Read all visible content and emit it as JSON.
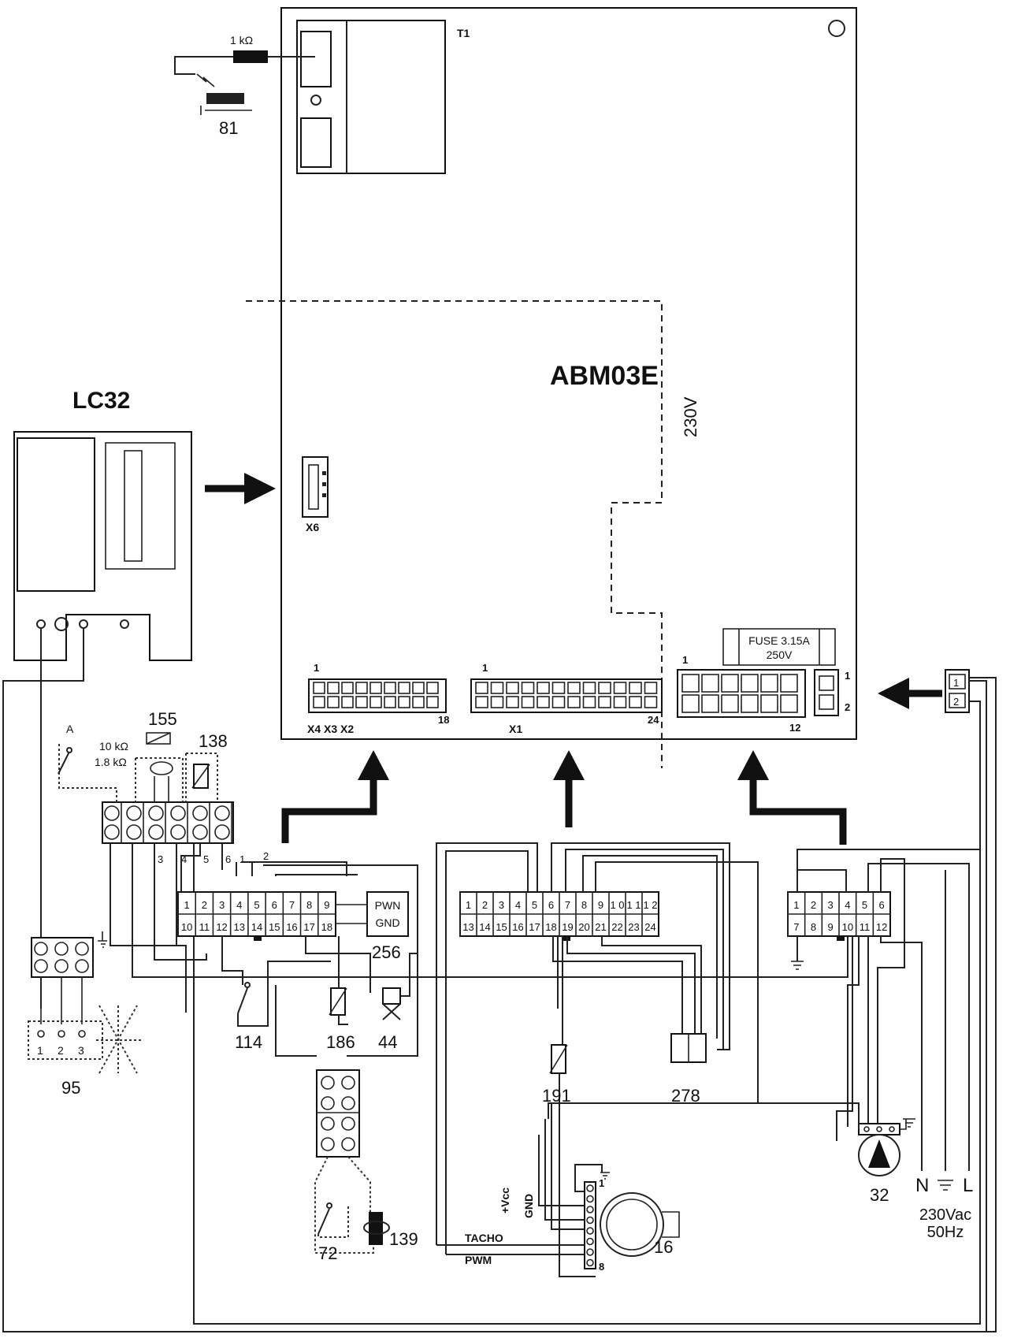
{
  "board": {
    "title": "ABM03E",
    "voltage": "230V",
    "t1": "T1",
    "x6": "X6",
    "x4x3x2": "X4 X3 X2",
    "x1": "X1",
    "pin1_left": "1",
    "pin18": "18",
    "pin1_mid": "1",
    "pin24": "24",
    "pin1_right": "1",
    "pin12": "12",
    "pin1_small": "1",
    "pin2_small": "2",
    "fuse_line1": "FUSE 3.15A",
    "fuse_line2": "250V"
  },
  "lc32": {
    "title": "LC32"
  },
  "resistor": {
    "value": "1 kΩ"
  },
  "components": {
    "c81": "81",
    "c155": "155",
    "c138": "138",
    "r10k": "10 kΩ",
    "r18k": "1.8 kΩ",
    "switchA": "A",
    "c95": "95",
    "c114": "114",
    "c186": "186",
    "c44": "44",
    "c256": "256",
    "pwn": "PWN",
    "gnd": "GND",
    "c72": "72",
    "c139": "139",
    "c191": "191",
    "c278": "278",
    "c16": "16",
    "c32": "32",
    "tacho": "TACHO",
    "pwm": "PWM",
    "vcc": "+Vcc",
    "gnd2": "GND",
    "fan1": "1",
    "fan8": "8",
    "supply_n": "N",
    "supply_l": "L",
    "supply_v": "230Vac",
    "supply_hz": "50Hz"
  },
  "terminal_labels": {
    "t3": "3",
    "t4": "4",
    "t5": "5",
    "t6": "6",
    "t1": "1",
    "t2": "2"
  },
  "conn95_pins": [
    "1",
    "2",
    "3"
  ],
  "connA": {
    "top": [
      "1",
      "2",
      "3",
      "4",
      "5",
      "6",
      "7",
      "8",
      "9"
    ],
    "bottom": [
      "10",
      "11",
      "12",
      "13",
      "14",
      "15",
      "16",
      "17",
      "18"
    ]
  },
  "connB": {
    "top": [
      "1",
      "2",
      "3",
      "4",
      "5",
      "6",
      "7",
      "8",
      "9",
      "1 0",
      "1 1",
      "1 2"
    ],
    "bottom": [
      "13",
      "14",
      "15",
      "16",
      "17",
      "18",
      "19",
      "20",
      "21",
      "22",
      "23",
      "24"
    ]
  },
  "connC": {
    "top": [
      "1",
      "2",
      "3",
      "4",
      "5",
      "6"
    ],
    "bottom": [
      "7",
      "8",
      "9",
      "10",
      "11",
      "12"
    ]
  },
  "plug2": [
    "1",
    "2"
  ]
}
